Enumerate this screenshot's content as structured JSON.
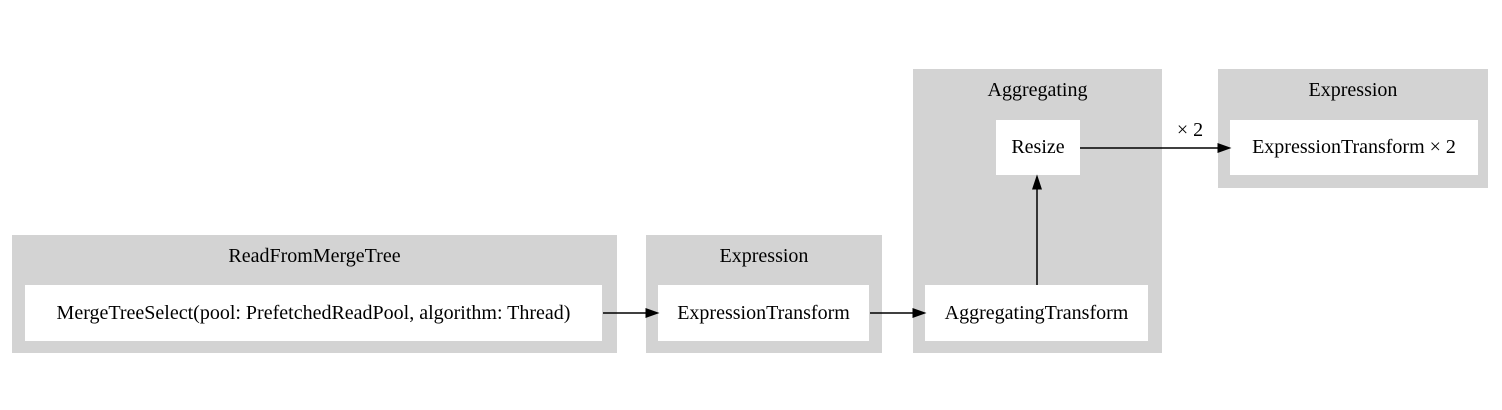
{
  "diagram": {
    "type": "pipeline-graph",
    "clusters": [
      {
        "title": "ReadFromMergeTree",
        "nodes": [
          {
            "label": "MergeTreeSelect(pool: PrefetchedReadPool, algorithm: Thread)"
          }
        ]
      },
      {
        "title": "Expression",
        "nodes": [
          {
            "label": "ExpressionTransform"
          }
        ]
      },
      {
        "title": "Aggregating",
        "nodes": [
          {
            "label": "Resize"
          },
          {
            "label": "AggregatingTransform"
          }
        ]
      },
      {
        "title": "Expression",
        "nodes": [
          {
            "label": "ExpressionTransform × 2"
          }
        ]
      }
    ],
    "edges": [
      {
        "from": "MergeTreeSelect(pool: PrefetchedReadPool, algorithm: Thread)",
        "to": "ExpressionTransform",
        "label": ""
      },
      {
        "from": "ExpressionTransform",
        "to": "AggregatingTransform",
        "label": ""
      },
      {
        "from": "AggregatingTransform",
        "to": "Resize",
        "label": ""
      },
      {
        "from": "Resize",
        "to": "ExpressionTransform × 2",
        "label": "× 2"
      }
    ],
    "colors": {
      "cluster_fill": "#d3d3d3",
      "node_fill": "#ffffff",
      "text": "#000000",
      "edge": "#000000",
      "background": "#ffffff"
    }
  }
}
